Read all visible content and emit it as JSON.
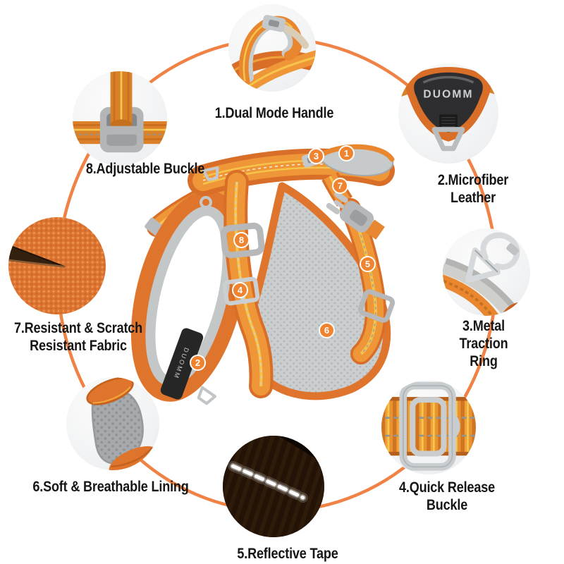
{
  "brand": "DUOMM",
  "callouts": [
    {
      "num": "1",
      "label": "1.Dual Mode Handle"
    },
    {
      "num": "2",
      "label": "2.Microfiber Leather"
    },
    {
      "num": "3",
      "label": "3.Metal Traction Ring"
    },
    {
      "num": "4",
      "label": "4.Quick Release Buckle"
    },
    {
      "num": "5",
      "label": "5.Reflective Tape"
    },
    {
      "num": "6",
      "label": "6.Soft & Breathable Lining"
    },
    {
      "num": "7",
      "label": "7.Resistant & Scratch\nResistant Fabric"
    },
    {
      "num": "8",
      "label": "8.Adjustable Buckle"
    }
  ],
  "harness": {
    "badges": [
      "1",
      "2",
      "3",
      "4",
      "5",
      "6",
      "7",
      "8"
    ]
  },
  "colors": {
    "background": "#FFFFFF",
    "connector_ring": "#F08246",
    "badge": "#F0832F",
    "label_text": "#161616",
    "harness_orange": "#E8872F",
    "mesh_gray": "#C9CCCC"
  }
}
